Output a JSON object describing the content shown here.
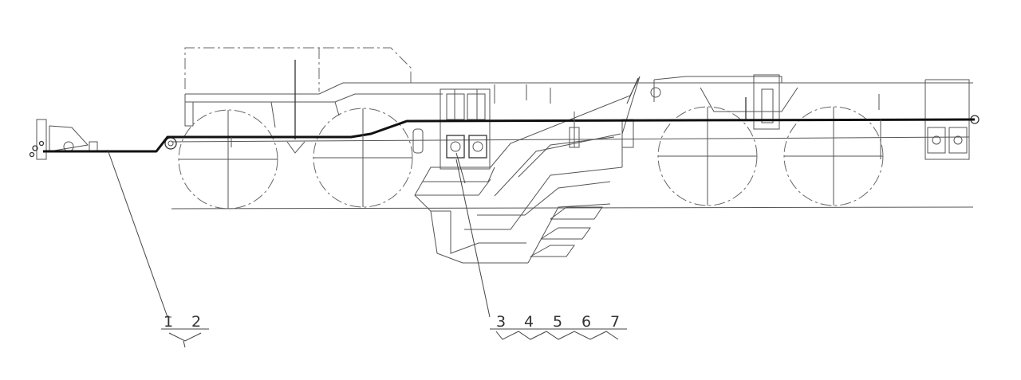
{
  "callouts": {
    "n1": "1",
    "n2": "2",
    "n3": "3",
    "n4": "4",
    "n5": "5",
    "n6": "6",
    "n7": "7"
  },
  "colors": {
    "line": "#333333",
    "main_pipe": "#111111",
    "background": "#ffffff"
  }
}
